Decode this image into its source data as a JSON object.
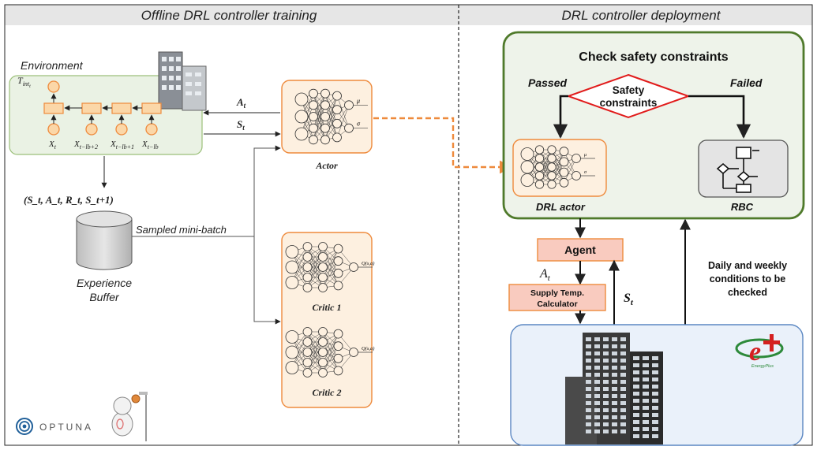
{
  "headers": {
    "left": "Offline DRL controller training",
    "right": "DRL controller deployment"
  },
  "training": {
    "environment_label": "Environment",
    "t_int_label": "T",
    "t_int_sub": "int",
    "t_int_subsub": "t",
    "inputs": [
      {
        "base": "X",
        "sub": "t"
      },
      {
        "base": "X",
        "sub": "t−lb+2"
      },
      {
        "base": "X",
        "sub": "t−lb+1"
      },
      {
        "base": "X",
        "sub": "t−lb"
      }
    ],
    "action_label": "A",
    "action_sub": "t",
    "state_label": "S",
    "state_sub": "t",
    "transition_label": "(S_t, A_t, R_t, S_t+1)",
    "minibatch_label": "Sampled mini-batch",
    "buffer_line1": "Experience",
    "buffer_line2": "Buffer",
    "actor_label": "Actor",
    "actor_out_mu": "μ",
    "actor_out_sigma": "σ",
    "critic1_label": "Critic 1",
    "critic2_label": "Critic 2",
    "q_label": "Q(s,a)",
    "optuna_label": "OPTUNA"
  },
  "deployment": {
    "safety_title": "Check safety constraints",
    "passed_label": "Passed",
    "failed_label": "Failed",
    "safety_line1": "Safety",
    "safety_line2": "constraints",
    "drl_actor_label": "DRL actor",
    "rbc_label": "RBC",
    "agent_label": "Agent",
    "supply_line1": "Supply Temp.",
    "supply_line2": "Calculator",
    "action_label": "A",
    "action_sub": "t",
    "state_label": "S",
    "state_sub": "t",
    "conditions_line1": "Daily and weekly",
    "conditions_line2": "conditions to be",
    "conditions_line3": "checked",
    "energyplus_label": "EnergyPlus"
  },
  "colors": {
    "orange": "#ee8a3c",
    "orange_fill": "#fdf0e0",
    "green_border": "#4f7a2b",
    "green_fill": "#eef3ea",
    "env_fill": "#eaf2e4",
    "env_border": "#9cc07a",
    "agent_fill": "#f9cbbf",
    "red": "#e11b1b",
    "blue_fill": "#eaf1fa",
    "blue_border": "#5b87c2",
    "header_fill": "#e6e6e6"
  }
}
